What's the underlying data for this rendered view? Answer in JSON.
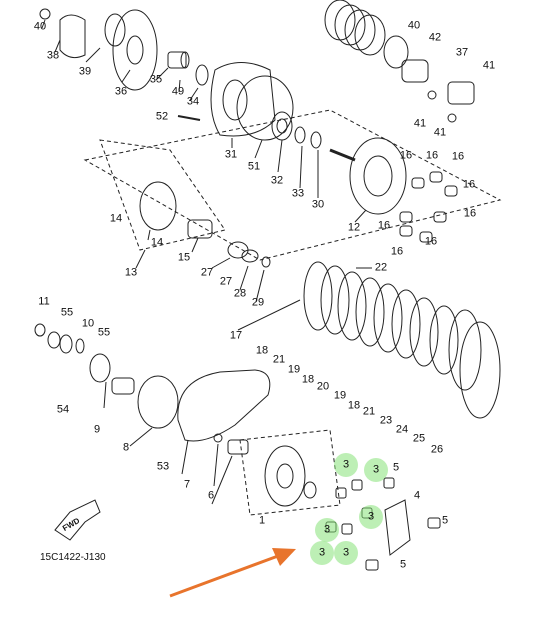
{
  "diagram": {
    "drawing_code": "15C1422-J130",
    "forward_label": "FWD",
    "highlight_color": "#86e278",
    "arrow_color": "#e8742c",
    "callouts": {
      "c1": "1",
      "c3a": "3",
      "c3b": "3",
      "c3c": "3",
      "c3d": "3",
      "c3e": "3",
      "c3f": "3",
      "c4": "4",
      "c5a": "5",
      "c5b": "5",
      "c5c": "5",
      "c6": "6",
      "c7": "7",
      "c8": "8",
      "c9": "9",
      "c10": "10",
      "c11": "11",
      "c12": "12",
      "c13": "13",
      "c14a": "14",
      "c14b": "14",
      "c15": "15",
      "c16a": "16",
      "c16b": "16",
      "c16c": "16",
      "c16d": "16",
      "c16e": "16",
      "c16f": "16",
      "c16g": "16",
      "c17": "17",
      "c18a": "18",
      "c18b": "18",
      "c18c": "18",
      "c19a": "19",
      "c19b": "19",
      "c20": "20",
      "c21a": "21",
      "c21b": "21",
      "c22": "22",
      "c23": "23",
      "c24": "24",
      "c25": "25",
      "c26": "26",
      "c27": "27",
      "c28": "28",
      "c29": "29",
      "c30": "30",
      "c31": "31",
      "c32": "32",
      "c33": "33",
      "c34": "34",
      "c35": "35",
      "c36": "36",
      "c37": "37",
      "c38": "38",
      "c39": "39",
      "c40a": "40",
      "c40b": "40",
      "c41a": "41",
      "c41b": "41",
      "c41c": "41",
      "c42": "42",
      "c49": "49",
      "c51": "51",
      "c52": "52",
      "c53": "53",
      "c54": "54",
      "c55a": "55",
      "c55b": "55"
    }
  }
}
